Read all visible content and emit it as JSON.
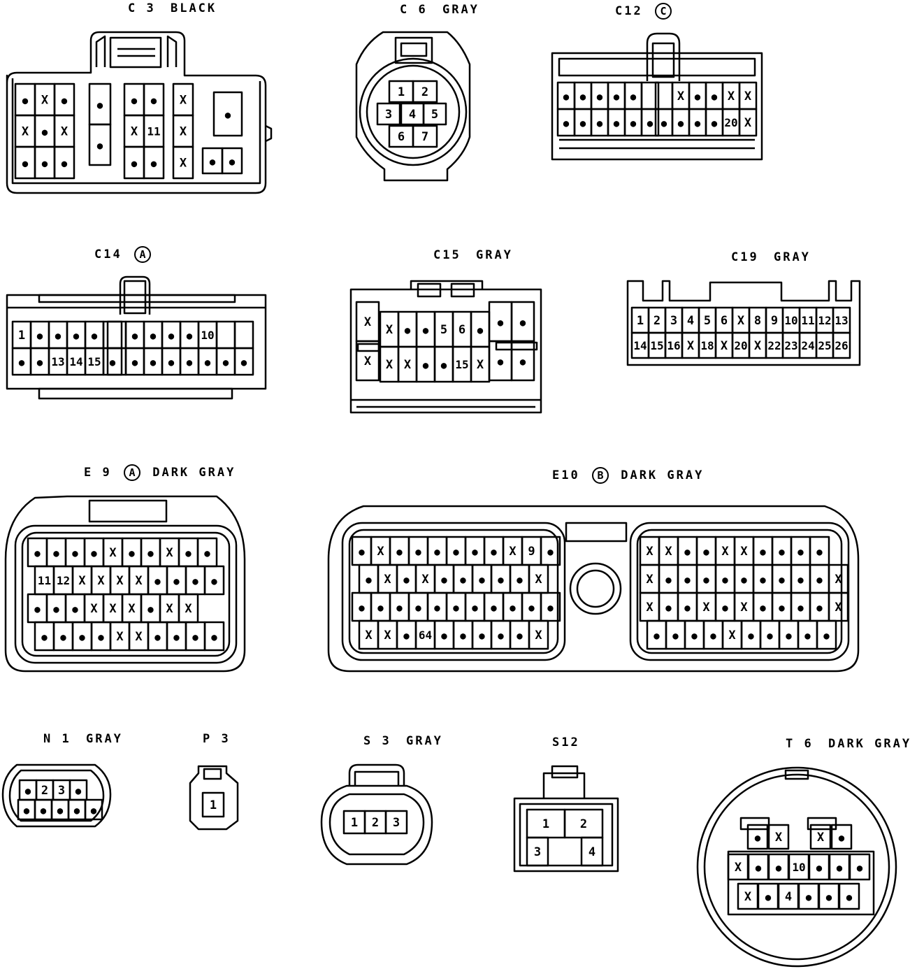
{
  "connectors": [
    {
      "id": "c3",
      "label": "C 3",
      "circle": "",
      "color": "BLACK",
      "grids": [
        {
          "cols": 3,
          "rows": 3,
          "cells": [
            "●",
            "X",
            "●",
            "X",
            "●",
            "X",
            "●",
            "●",
            "●"
          ]
        },
        {
          "cols": 1,
          "rows": 2,
          "cells": [
            "●",
            "●"
          ]
        },
        {
          "cols": 2,
          "rows": 3,
          "cells": [
            "●",
            "●",
            "X",
            "11",
            "●",
            "●"
          ]
        },
        {
          "cols": 1,
          "rows": 3,
          "cells": [
            "X",
            "X",
            "X"
          ]
        },
        {
          "cols": 1,
          "rows": 1,
          "cells": [
            "●"
          ]
        },
        {
          "cols": 2,
          "rows": 1,
          "cells": [
            "●",
            "●"
          ]
        }
      ]
    },
    {
      "id": "c6",
      "label": "C 6",
      "circle": "",
      "color": "GRAY",
      "cells": [
        "1",
        "2",
        "3",
        "4",
        "5",
        "6",
        "7"
      ]
    },
    {
      "id": "c12",
      "label": "C12",
      "circle": "C",
      "color": "",
      "grids": [
        {
          "cols": 6,
          "rows": 2,
          "cells": [
            "●",
            "●",
            "●",
            "●",
            "●",
            "",
            "●",
            "●",
            "●",
            "●",
            "●",
            "●"
          ]
        },
        {
          "cols": 5,
          "rows": 2,
          "cells": [
            "",
            "X",
            "●",
            "●",
            "X",
            "●",
            "●",
            "●",
            "●",
            "20"
          ]
        },
        {
          "cols": 1,
          "rows": 1,
          "cells": [
            "X"
          ]
        }
      ]
    },
    {
      "id": "c14",
      "label": "C14",
      "circle": "A",
      "color": "",
      "grids": [
        {
          "cols": 6,
          "rows": 2,
          "cells": [
            "1",
            "●",
            "●",
            "●",
            "●",
            "",
            "●",
            "●",
            "13",
            "14",
            "15",
            "●"
          ]
        },
        {
          "cols": 8,
          "rows": 2,
          "cells": [
            "",
            "●",
            "●",
            "●",
            "●",
            "10",
            "",
            "",
            " ",
            "●",
            "●",
            "●",
            "●",
            "●",
            "●",
            "●"
          ]
        }
      ]
    },
    {
      "id": "c15",
      "label": "C15",
      "circle": "",
      "color": "GRAY",
      "grids": [
        {
          "cols": 1,
          "rows": 2,
          "cells": [
            "X",
            "X"
          ]
        },
        {
          "cols": 6,
          "rows": 2,
          "cells": [
            "X",
            "●",
            "●",
            "5",
            "6",
            "●",
            "X",
            "X",
            "●",
            "●",
            "15",
            "X"
          ]
        },
        {
          "cols": 2,
          "rows": 2,
          "cells": [
            "●",
            "●",
            "●",
            "●"
          ]
        }
      ]
    },
    {
      "id": "c19",
      "label": "C19",
      "circle": "",
      "color": "GRAY",
      "rows": [
        [
          "1",
          "2",
          "3",
          "4",
          "5",
          "6",
          "X",
          "8",
          "9",
          "10",
          "11",
          "12",
          "13"
        ],
        [
          "14",
          "15",
          "16",
          "X",
          "18",
          "X",
          "20",
          "X",
          "22",
          "23",
          "24",
          "25",
          "26"
        ]
      ]
    },
    {
      "id": "e9",
      "label": "E 9",
      "circle": "A",
      "color": "DARK GRAY",
      "rows": [
        [
          "●",
          "●",
          "●",
          "●",
          "X",
          "●",
          "●",
          "X",
          "●",
          "●"
        ],
        [
          "11",
          "12",
          "X",
          "X",
          "X",
          "X",
          "●",
          "●",
          "●",
          "●"
        ],
        [
          "●",
          "●",
          "●",
          "X",
          "X",
          "X",
          "●",
          "X",
          "X"
        ],
        [
          "●",
          "●",
          "●",
          "●",
          "X",
          "X",
          "●",
          "●",
          "●",
          "●"
        ]
      ]
    },
    {
      "id": "e10",
      "label": "E10",
      "circle": "B",
      "color": "DARK GRAY",
      "rows_left": [
        [
          "●",
          "X",
          "●",
          "●",
          "●",
          "●",
          "●",
          "●",
          "X",
          "9",
          "●"
        ],
        [
          "●",
          "X",
          "●",
          "X",
          "●",
          "●",
          "●",
          "●",
          "●",
          "X"
        ],
        [
          "●",
          "●",
          "●",
          "●",
          "●",
          "●",
          "●",
          "●",
          "●",
          "●",
          "●"
        ],
        [
          "X",
          "X",
          "●",
          "64",
          "●",
          "●",
          "●",
          "●",
          "●",
          "X"
        ]
      ],
      "rows_right": [
        [
          "X",
          "X",
          "●",
          "●",
          "X",
          "X",
          "●",
          "●",
          "●",
          "●"
        ],
        [
          "X",
          "●",
          "●",
          "●",
          "●",
          "●",
          "●",
          "●",
          "●",
          "●",
          "X"
        ],
        [
          "X",
          "●",
          "●",
          "X",
          "●",
          "X",
          "●",
          "●",
          "●",
          "●",
          "X"
        ],
        [
          "●",
          "●",
          "●",
          "●",
          "X",
          "●",
          "●",
          "●",
          "●",
          "●"
        ]
      ]
    },
    {
      "id": "n1",
      "label": "N 1",
      "circle": "",
      "color": "GRAY",
      "rows": [
        [
          "●",
          "2",
          "3",
          "●"
        ],
        [
          "●",
          "●",
          "●",
          "●",
          "●"
        ]
      ]
    },
    {
      "id": "p3",
      "label": "P 3",
      "circle": "",
      "color": "",
      "cells": [
        "1"
      ]
    },
    {
      "id": "s3",
      "label": "S 3",
      "circle": "",
      "color": "GRAY",
      "cells": [
        "1",
        "2",
        "3"
      ]
    },
    {
      "id": "s12",
      "label": "S12",
      "circle": "",
      "color": "",
      "cells": [
        "1",
        "2",
        "3",
        "4"
      ]
    },
    {
      "id": "t6",
      "label": "T 6",
      "circle": "",
      "color": "DARK GRAY",
      "rows": [
        [
          "●",
          "X",
          "",
          "X",
          "●"
        ],
        [
          "X",
          "●",
          "●",
          "10",
          "●",
          "●",
          "●"
        ],
        [
          "X",
          "●",
          "4",
          "●",
          "●",
          "●"
        ]
      ]
    }
  ]
}
